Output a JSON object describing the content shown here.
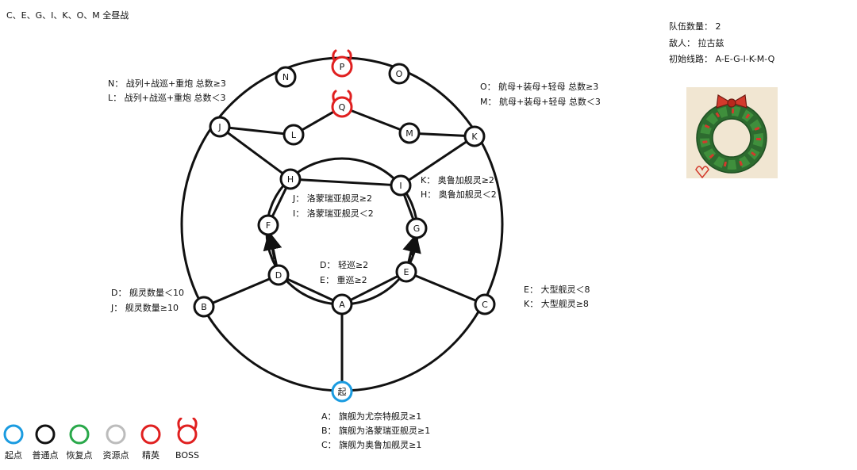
{
  "header": {
    "battle_note": "C、E、G、I、K、O、M 全昼战"
  },
  "info": {
    "fleet_count": "队伍数量：  2",
    "enemy": "敌人：  拉古兹",
    "initial_route": "初始线路：  A-E-G-I-K-M-Q"
  },
  "nodes": [
    {
      "id": "start",
      "label": "起",
      "type": "start"
    },
    {
      "id": "A",
      "label": "A",
      "type": "normal"
    },
    {
      "id": "B",
      "label": "B",
      "type": "normal"
    },
    {
      "id": "C",
      "label": "C",
      "type": "normal"
    },
    {
      "id": "D",
      "label": "D",
      "type": "normal"
    },
    {
      "id": "E",
      "label": "E",
      "type": "normal"
    },
    {
      "id": "F",
      "label": "F",
      "type": "normal"
    },
    {
      "id": "G",
      "label": "G",
      "type": "normal"
    },
    {
      "id": "H",
      "label": "H",
      "type": "normal"
    },
    {
      "id": "I",
      "label": "I",
      "type": "normal"
    },
    {
      "id": "J",
      "label": "J",
      "type": "normal"
    },
    {
      "id": "K",
      "label": "K",
      "type": "normal"
    },
    {
      "id": "L",
      "label": "L",
      "type": "normal"
    },
    {
      "id": "M",
      "label": "M",
      "type": "normal"
    },
    {
      "id": "N",
      "label": "N",
      "type": "normal"
    },
    {
      "id": "O",
      "label": "O",
      "type": "normal"
    },
    {
      "id": "P",
      "label": "P",
      "type": "boss"
    },
    {
      "id": "Q",
      "label": "Q",
      "type": "boss"
    }
  ],
  "edges": [
    [
      "start",
      "A"
    ],
    [
      "A",
      "D"
    ],
    [
      "A",
      "E"
    ],
    [
      "D",
      "F"
    ],
    [
      "E",
      "G"
    ],
    [
      "D",
      "B"
    ],
    [
      "E",
      "C"
    ],
    [
      "F",
      "H"
    ],
    [
      "G",
      "I"
    ],
    [
      "H",
      "J"
    ],
    [
      "H",
      "I"
    ],
    [
      "I",
      "K"
    ],
    [
      "J",
      "L"
    ],
    [
      "L",
      "Q"
    ],
    [
      "Q",
      "M"
    ],
    [
      "M",
      "K"
    ]
  ],
  "conditions": {
    "start": [
      "A：  旗舰为尤奈特舰灵≥1",
      "B：  旗舰为洛蒙瑞亚舰灵≥1",
      "C：  旗舰为奥鲁加舰灵≥1"
    ],
    "A": [
      "D：  轻巡≥2",
      "E：  重巡≥2"
    ],
    "H": [
      "J：  洛蒙瑞亚舰灵≥2",
      "I：  洛蒙瑞亚舰灵＜2"
    ],
    "I": [
      "K：  奥鲁加舰灵≥2",
      "H：  奥鲁加舰灵＜2"
    ],
    "B": [
      "D：  舰灵数量＜10",
      "J：  舰灵数量≥10"
    ],
    "C": [
      "E：  大型舰灵＜8",
      "K：  大型舰灵≥8"
    ],
    "J": [
      "N：  战列+战巡+重炮 总数≥3",
      "L：  战列+战巡+重炮 总数＜3"
    ],
    "K": [
      "O：  航母+装母+轻母 总数≥3",
      "M：  航母+装母+轻母 总数＜3"
    ]
  },
  "legend": [
    {
      "label": "起点",
      "type": "start"
    },
    {
      "label": "普通点",
      "type": "normal"
    },
    {
      "label": "恢复点",
      "type": "repair"
    },
    {
      "label": "资源点",
      "type": "resource"
    },
    {
      "label": "精英",
      "type": "elite"
    },
    {
      "label": "BOSS",
      "type": "boss"
    }
  ],
  "colors": {
    "start": "#1a9be0",
    "normal": "#111111",
    "repair": "#29a84a",
    "resource": "#bcbcbc",
    "elite": "#e02020",
    "boss": "#e02020"
  }
}
